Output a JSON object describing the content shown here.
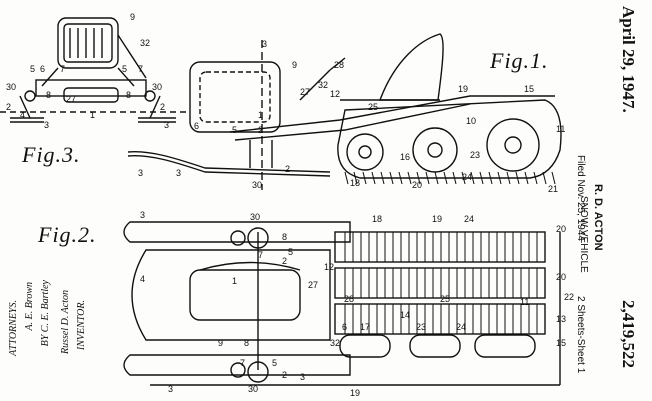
{
  "header": {
    "date": "April 29, 1947.",
    "inventor_short": "R. D. ACTON",
    "title": "SNOW VEHICLE",
    "filed": "Filed Nov. 25, 1944",
    "sheets": "2 Sheets-Sheet 1",
    "patent_number": "2,419,522"
  },
  "figures": {
    "fig1": "Fig.1.",
    "fig2": "Fig.2.",
    "fig3": "Fig.3."
  },
  "attestation": {
    "inventor_caption": "INVENTOR.",
    "inventor_name": "Russel D. Acton",
    "by_line": "BY C. E. Bartley",
    "signature2": "A. E. Brown",
    "attorneys": "ATTORNEYS."
  },
  "reference_numerals": {
    "fig1": [
      "3",
      "9",
      "28",
      "32",
      "27",
      "12",
      "25",
      "19",
      "15",
      "11",
      "10",
      "1",
      "2",
      "5",
      "6",
      "16",
      "23",
      "24",
      "18",
      "20",
      "21",
      "3",
      "30",
      "2",
      "3"
    ],
    "fig2": [
      "3",
      "30",
      "8",
      "5",
      "7",
      "18",
      "19",
      "24",
      "20",
      "20",
      "22",
      "4",
      "1",
      "27",
      "12",
      "28",
      "14",
      "25",
      "11",
      "13",
      "6",
      "17",
      "23",
      "24",
      "15",
      "9",
      "8",
      "32",
      "7",
      "5",
      "30",
      "3",
      "19",
      "2",
      "2",
      "3"
    ],
    "fig3": [
      "9",
      "32",
      "5",
      "6",
      "7",
      "5",
      "7",
      "30",
      "2",
      "8",
      "27",
      "8",
      "1",
      "4",
      "2",
      "3",
      "3",
      "30"
    ]
  }
}
